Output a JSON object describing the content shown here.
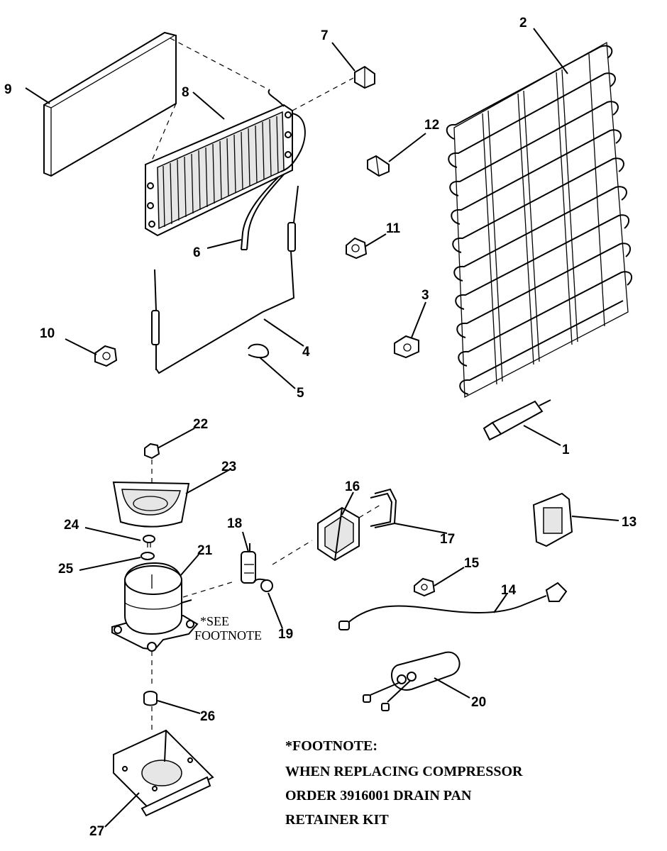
{
  "parts": {
    "p1": "1",
    "p2": "2",
    "p3": "3",
    "p4": "4",
    "p5": "5",
    "p6": "6",
    "p7": "7",
    "p8": "8",
    "p9": "9",
    "p10": "10",
    "p11": "11",
    "p12": "12",
    "p13": "13",
    "p14": "14",
    "p15": "15",
    "p16": "16",
    "p17": "17",
    "p18": "18",
    "p19": "19",
    "p20": "20",
    "p21": "21",
    "p22": "22",
    "p23": "23",
    "p24": "24",
    "p25": "25",
    "p26": "26",
    "p27": "27"
  },
  "see_footnote": {
    "line1": "*SEE",
    "line2": "FOOTNOTE"
  },
  "footnote": {
    "line1": "*FOOTNOTE:",
    "line2": "WHEN REPLACING COMPRESSOR",
    "line3": "ORDER 3916001 DRAIN PAN",
    "line4": "RETAINER KIT"
  }
}
